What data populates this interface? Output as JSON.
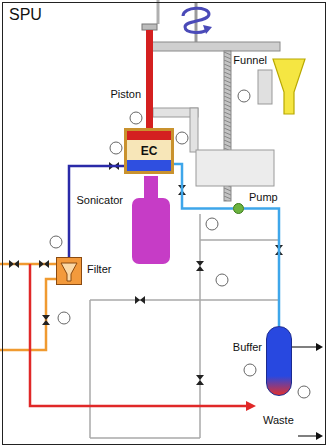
{
  "diagram": {
    "nodes": [
      {
        "text": [
          "SPU"
        ]
      },
      {
        "text": [
          "Funnel"
        ],
        "in": 0
      },
      {
        "text": [
          "Piston"
        ],
        "in": 0
      },
      {
        "text": [
          "EC"
        ],
        "in": 0
      },
      {
        "text": [
          "Pump"
        ],
        "in": 0
      },
      {
        "text": [
          "Sonicator"
        ],
        "in": 0
      },
      {
        "text": [
          "Filter"
        ],
        "in": 0
      },
      {
        "text": [
          "Buffer"
        ],
        "in": 0
      }
    ],
    "edges": [
      {
        "from": 6,
        "to": 3,
        "arrow": "none"
      },
      {
        "from": 3,
        "to": 4,
        "arrow": "none"
      },
      {
        "from": 4,
        "to": 7,
        "arrow": "none"
      }
    ],
    "labels": [
      "Waste"
    ]
  }
}
